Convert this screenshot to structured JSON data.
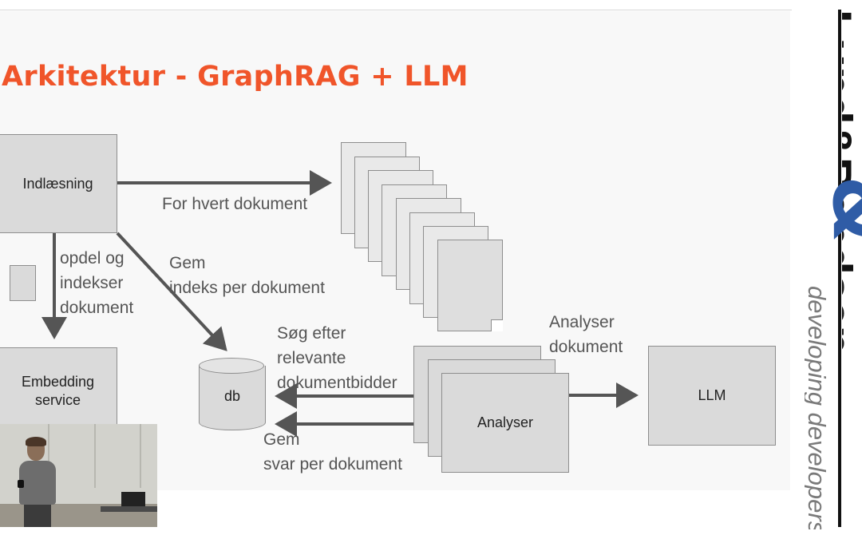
{
  "slide": {
    "title": "Arkitektur - GraphRAG + LLM",
    "nodes": {
      "ingest": "Indlæsning",
      "embedding": [
        "Embedding",
        "service"
      ],
      "db": "db",
      "analyser": "Analyser",
      "llm": "LLM"
    },
    "edge_labels": {
      "for_each_doc": "For hvert dokument",
      "split_index": [
        "opdel og",
        "indekser",
        "dokument"
      ],
      "save_index": [
        "Gem",
        "indeks per dokument"
      ],
      "search": [
        "Søg efter",
        "relevante",
        "dokumentbidder"
      ],
      "save_answer": [
        "Gem",
        "svar per dokument"
      ],
      "analyse_doc": [
        "Analyser",
        "dokument"
      ]
    }
  },
  "brand": {
    "name": "Lund&Bendsen",
    "tagline": "developing developers",
    "accent_color": "#2f5ca6"
  },
  "colors": {
    "title": "#f0552a",
    "box_fill": "#dadada",
    "arrow": "#555555"
  }
}
